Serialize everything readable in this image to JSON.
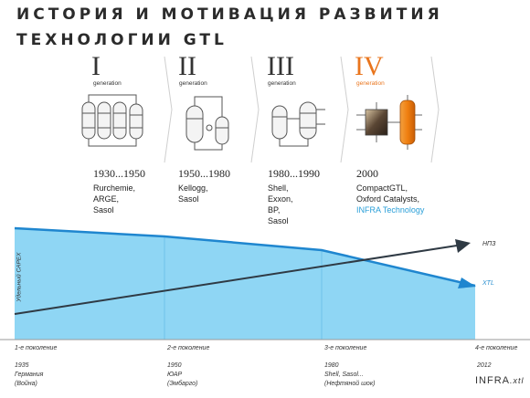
{
  "title": {
    "line1": "ИСТОРИЯ И МОТИВАЦИЯ РАЗВИТИЯ",
    "line2": "ТЕХНОЛОГИИ GTL"
  },
  "generations": [
    {
      "numeral": "I",
      "word": "generation",
      "years": "1930...1950",
      "companies": [
        "Rurchemie,",
        "ARGE,",
        "Sasol"
      ],
      "highlight": ""
    },
    {
      "numeral": "II",
      "word": "generation",
      "years": "1950...1980",
      "companies": [
        "Kellogg,",
        "Sasol"
      ],
      "highlight": ""
    },
    {
      "numeral": "III",
      "word": "generation",
      "years": "1980...1990",
      "companies": [
        "Shell,",
        "Exxon,",
        "BP,",
        "Sasol"
      ],
      "highlight": ""
    },
    {
      "numeral": "IV",
      "word": "generation",
      "years": "2000",
      "companies": [
        "CompactGTL,",
        "Oxford Catalysts,"
      ],
      "highlight": "INFRA Technology"
    }
  ],
  "graph": {
    "y_axis_label": "Удельный CAPEX",
    "line_top_label": "НПЗ",
    "line_bottom_label": "XTL",
    "colors": {
      "fill": "#8fd6f4",
      "xtl_line": "#1f86cf",
      "npz_line": "#2f3a44",
      "accent": "#e9751d"
    }
  },
  "timeline": [
    {
      "gen": "1-е поколение",
      "year": "1935",
      "place": "Германия",
      "note": "(Война)"
    },
    {
      "gen": "2-е поколение",
      "year": "1950",
      "place": "ЮАР",
      "note": "(Эмбарго)"
    },
    {
      "gen": "3-е поколение",
      "year": "1980",
      "place": "Shell, Sasol...",
      "note": "(Нефтяной шок)"
    },
    {
      "gen": "4-е поколение",
      "year": "2012",
      "place": "",
      "note": ""
    }
  ],
  "logo": {
    "main": "INFRA",
    "suffix": ".xtl"
  }
}
